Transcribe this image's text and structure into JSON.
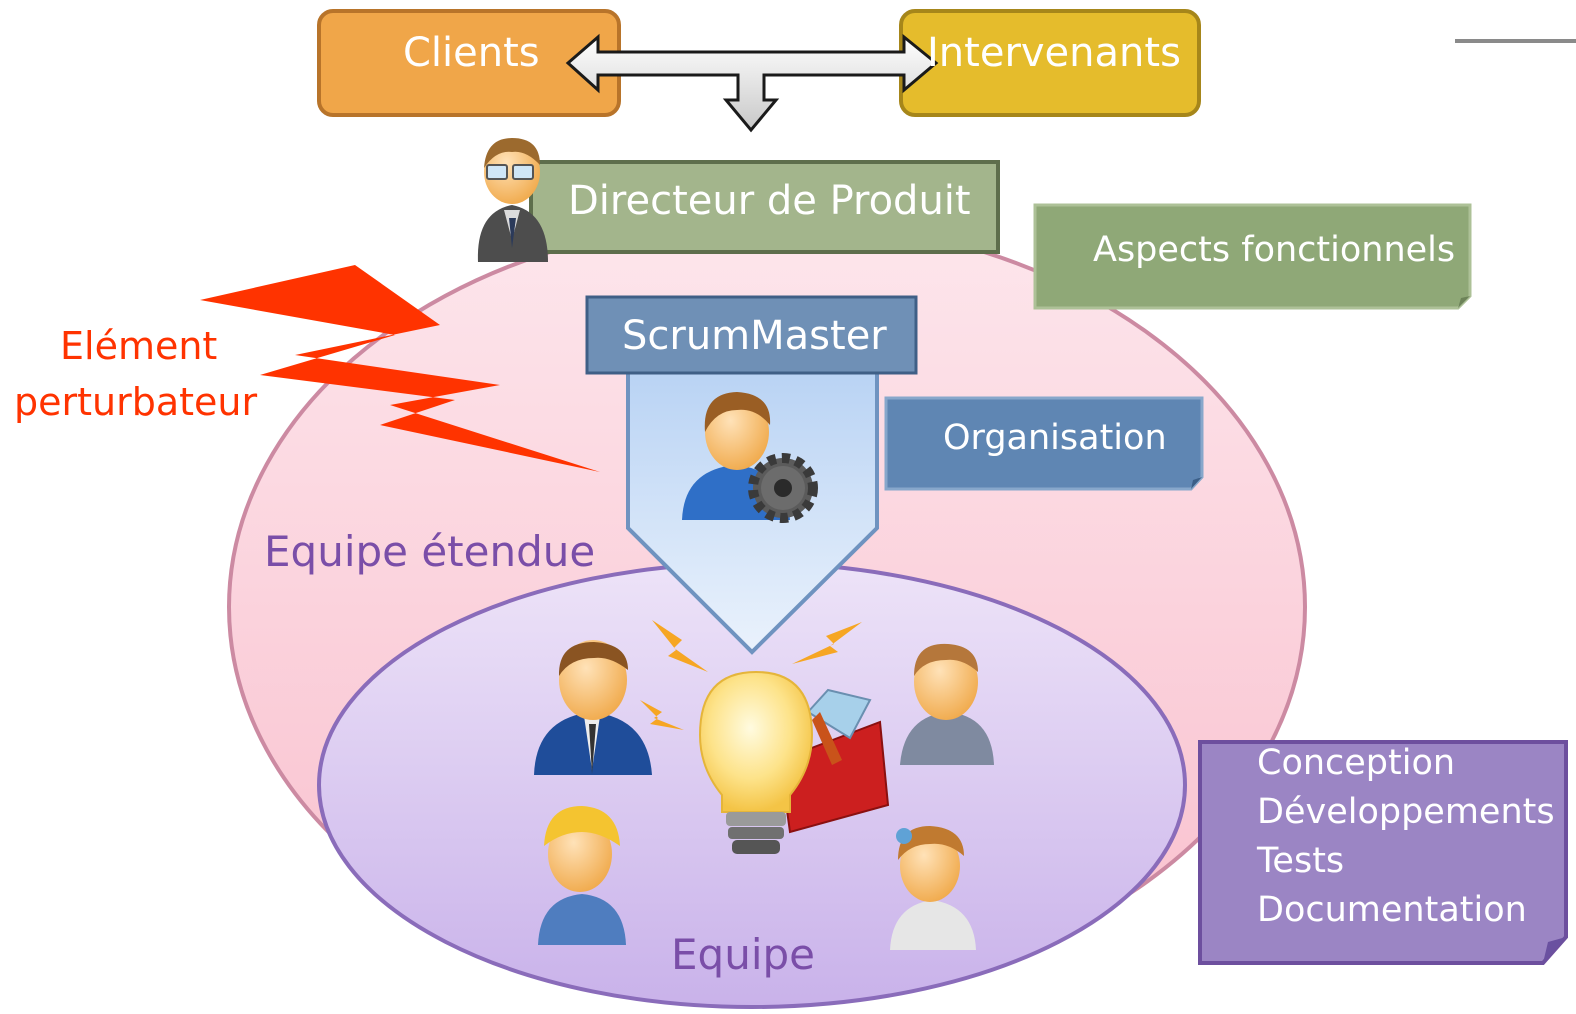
{
  "top": {
    "clients": "Clients",
    "intervenants": "Intervenants"
  },
  "roles": {
    "directeur": "Directeur de Produit",
    "scrummaster": "ScrumMaster"
  },
  "notes": {
    "aspects": "Aspects fonctionnels",
    "organisation": "Organisation",
    "tasks": [
      "Conception",
      "Développements",
      "Tests",
      "Documentation"
    ]
  },
  "perturbateur": {
    "line1": "Elément",
    "line2": "perturbateur"
  },
  "groups": {
    "equipe_etendue": "Equipe étendue",
    "equipe": "Equipe"
  },
  "colors": {
    "clients": "#f0a649",
    "intervenants": "#e5bc2c",
    "directeur": "#a3b58c",
    "scrummaster": "#6f90b6",
    "organisation": "#5f86b3",
    "aspects": "#8fa877",
    "tasks_note": "#9b85c4",
    "outer_ellipse": "#fbd3dd",
    "inner_ellipse": "#d9c8ef",
    "bolt": "#ff3300",
    "group_text": "#7a4ea8"
  }
}
